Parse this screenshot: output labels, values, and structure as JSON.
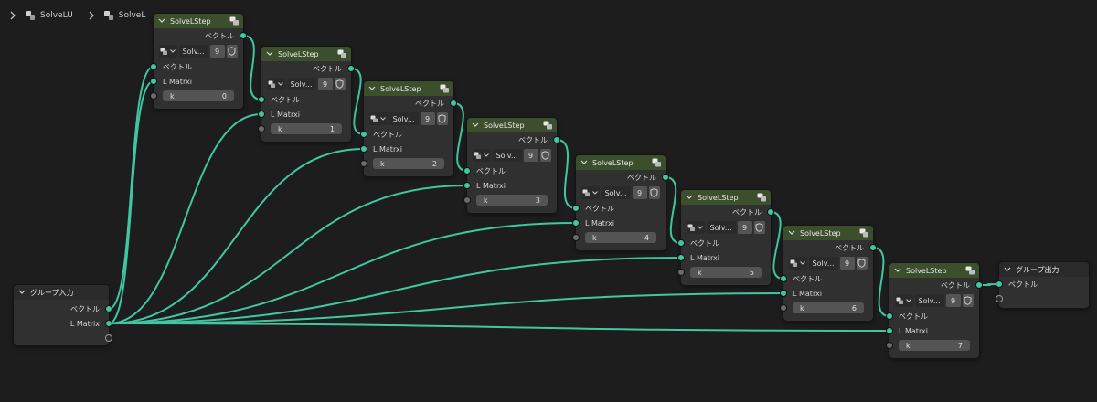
{
  "breadcrumb": [
    {
      "label": "SolveLU",
      "icon": "node-tree-icon"
    },
    {
      "label": "SolveL",
      "icon": "node-tree-icon"
    }
  ],
  "colors": {
    "link": "#3fc7a0",
    "header_green": "#3b4f2c",
    "background": "#1d1d1d"
  },
  "group_input": {
    "title": "グループ入力",
    "outputs": [
      "ベクトル",
      "L Matrix"
    ]
  },
  "group_output": {
    "title": "グループ出力",
    "inputs": [
      "ベクトル"
    ]
  },
  "steps": [
    {
      "title": "SolveLStep",
      "out_label": "ベクトル",
      "group_name": "Solv...",
      "users": "9",
      "in_vector": "ベクトル",
      "in_matrix": "L Matrxi",
      "k_label": "k",
      "k_value": "0"
    },
    {
      "title": "SolveLStep",
      "out_label": "ベクトル",
      "group_name": "Solv...",
      "users": "9",
      "in_vector": "ベクトル",
      "in_matrix": "L Matrxi",
      "k_label": "k",
      "k_value": "1"
    },
    {
      "title": "SolveLStep",
      "out_label": "ベクトル",
      "group_name": "Solv...",
      "users": "9",
      "in_vector": "ベクトル",
      "in_matrix": "L Matrxi",
      "k_label": "k",
      "k_value": "2"
    },
    {
      "title": "SolveLStep",
      "out_label": "ベクトル",
      "group_name": "Solv...",
      "users": "9",
      "in_vector": "ベクトル",
      "in_matrix": "L Matrxi",
      "k_label": "k",
      "k_value": "3"
    },
    {
      "title": "SolveLStep",
      "out_label": "ベクトル",
      "group_name": "Solv...",
      "users": "9",
      "in_vector": "ベクトル",
      "in_matrix": "L Matrxi",
      "k_label": "k",
      "k_value": "4"
    },
    {
      "title": "SolveLStep",
      "out_label": "ベクトル",
      "group_name": "Solv...",
      "users": "9",
      "in_vector": "ベクトル",
      "in_matrix": "L Matrxi",
      "k_label": "k",
      "k_value": "5"
    },
    {
      "title": "SolveLStep",
      "out_label": "ベクトル",
      "group_name": "Solv...",
      "users": "9",
      "in_vector": "ベクトル",
      "in_matrix": "L Matrxi",
      "k_label": "k",
      "k_value": "6"
    },
    {
      "title": "SolveLStep",
      "out_label": "ベクトル",
      "group_name": "Solv...",
      "users": "9",
      "in_vector": "ベクトル",
      "in_matrix": "L Matrxi",
      "k_label": "k",
      "k_value": "7"
    }
  ]
}
